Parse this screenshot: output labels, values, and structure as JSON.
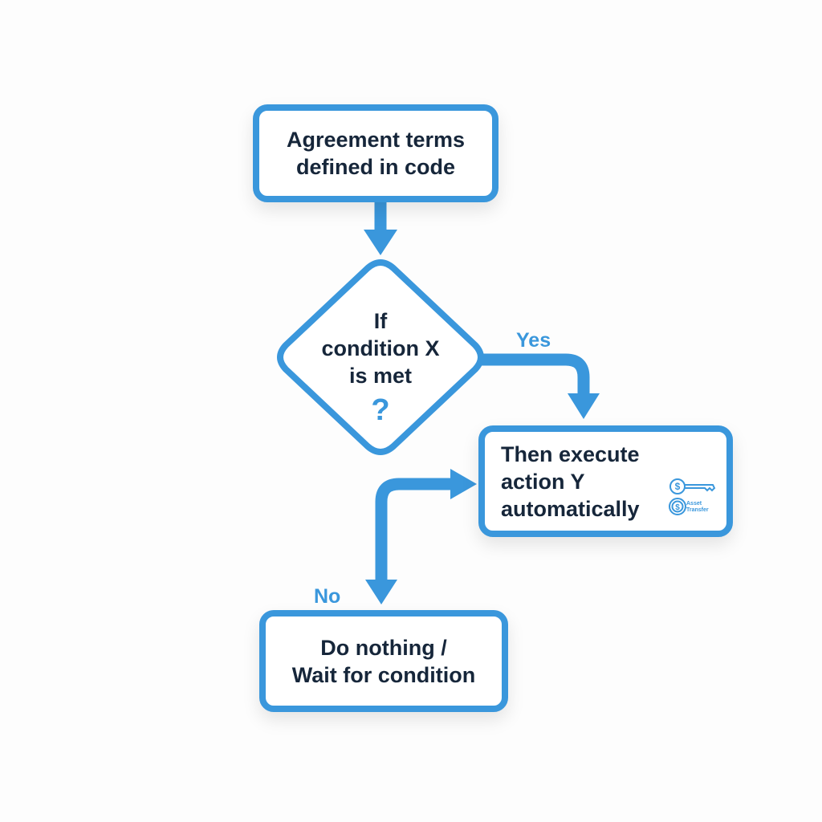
{
  "nodes": {
    "start": {
      "text": "Agreement terms\ndefined in code"
    },
    "decision": {
      "line1": "If",
      "line2": "condition X",
      "line3": "is met",
      "symbol": "?"
    },
    "action": {
      "line1": "Then execute",
      "line2": "action Y",
      "line3": "automatically",
      "icon": "coin-key-icon",
      "icon_caption": "Asset Transfer"
    },
    "wait": {
      "line1": "Do nothing /",
      "line2": "Wait for condition"
    }
  },
  "edges": {
    "yes_label": "Yes",
    "no_label": "No"
  },
  "colors": {
    "accent": "#3a97dc",
    "text": "#16263a"
  }
}
